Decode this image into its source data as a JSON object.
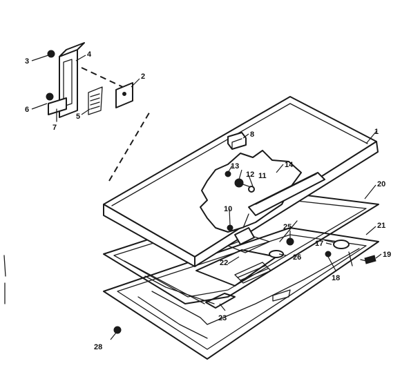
{
  "callouts": [
    {
      "id": "1",
      "text": "1"
    },
    {
      "id": "2",
      "text": "2"
    },
    {
      "id": "3",
      "text": "3"
    },
    {
      "id": "4",
      "text": "4"
    },
    {
      "id": "5",
      "text": "5"
    },
    {
      "id": "6",
      "text": "6"
    },
    {
      "id": "7",
      "text": "7"
    },
    {
      "id": "8",
      "text": "8"
    },
    {
      "id": "10",
      "text": "10"
    },
    {
      "id": "11",
      "text": "11"
    },
    {
      "id": "12",
      "text": "12"
    },
    {
      "id": "13",
      "text": "13"
    },
    {
      "id": "14",
      "text": "14"
    },
    {
      "id": "17",
      "text": "17"
    },
    {
      "id": "18",
      "text": "18"
    },
    {
      "id": "19",
      "text": "19"
    },
    {
      "id": "20",
      "text": "20"
    },
    {
      "id": "21",
      "text": "21"
    },
    {
      "id": "22",
      "text": "22"
    },
    {
      "id": "23",
      "text": "23"
    },
    {
      "id": "25",
      "text": "25"
    },
    {
      "id": "26",
      "text": "26"
    },
    {
      "id": "28",
      "text": "28"
    }
  ]
}
